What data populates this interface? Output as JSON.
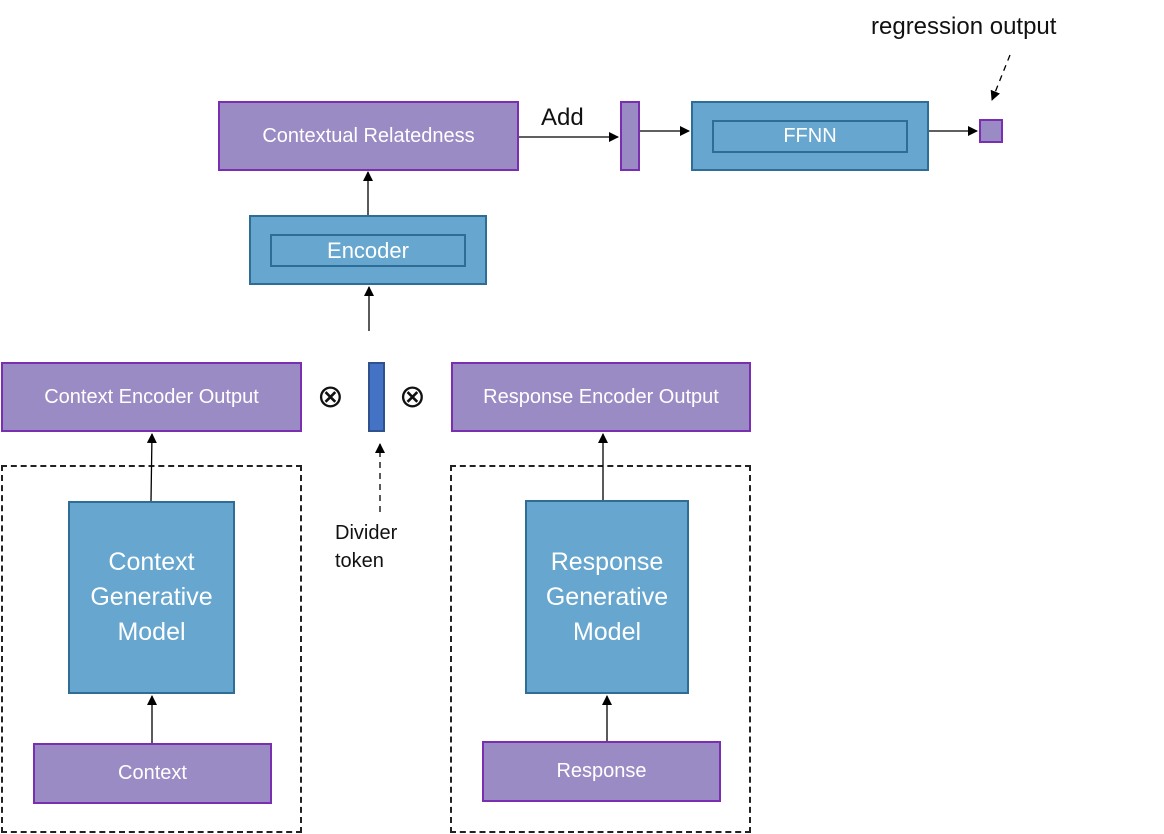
{
  "nodes": {
    "contextual_relatedness": "Contextual Relatedness",
    "encoder": "Encoder",
    "ffnn": "FFNN",
    "context_encoder_output": "Context Encoder Output",
    "response_encoder_output": "Response Encoder Output",
    "context_generative_model": "Context Generative Model",
    "response_generative_model": "Response Generative Model",
    "context": "Context",
    "response": "Response"
  },
  "labels": {
    "add": "Add",
    "regression_output": "regression output",
    "divider_token": "Divider token",
    "concat_symbol_left": "⊗",
    "concat_symbol_right": "⊗"
  },
  "colors": {
    "purple_fill": "#9b8bc4",
    "purple_border": "#7a2fb0",
    "blue_fill": "#66a6cf",
    "blue_border": "#2e6e96",
    "divider_fill": "#4472c4"
  }
}
